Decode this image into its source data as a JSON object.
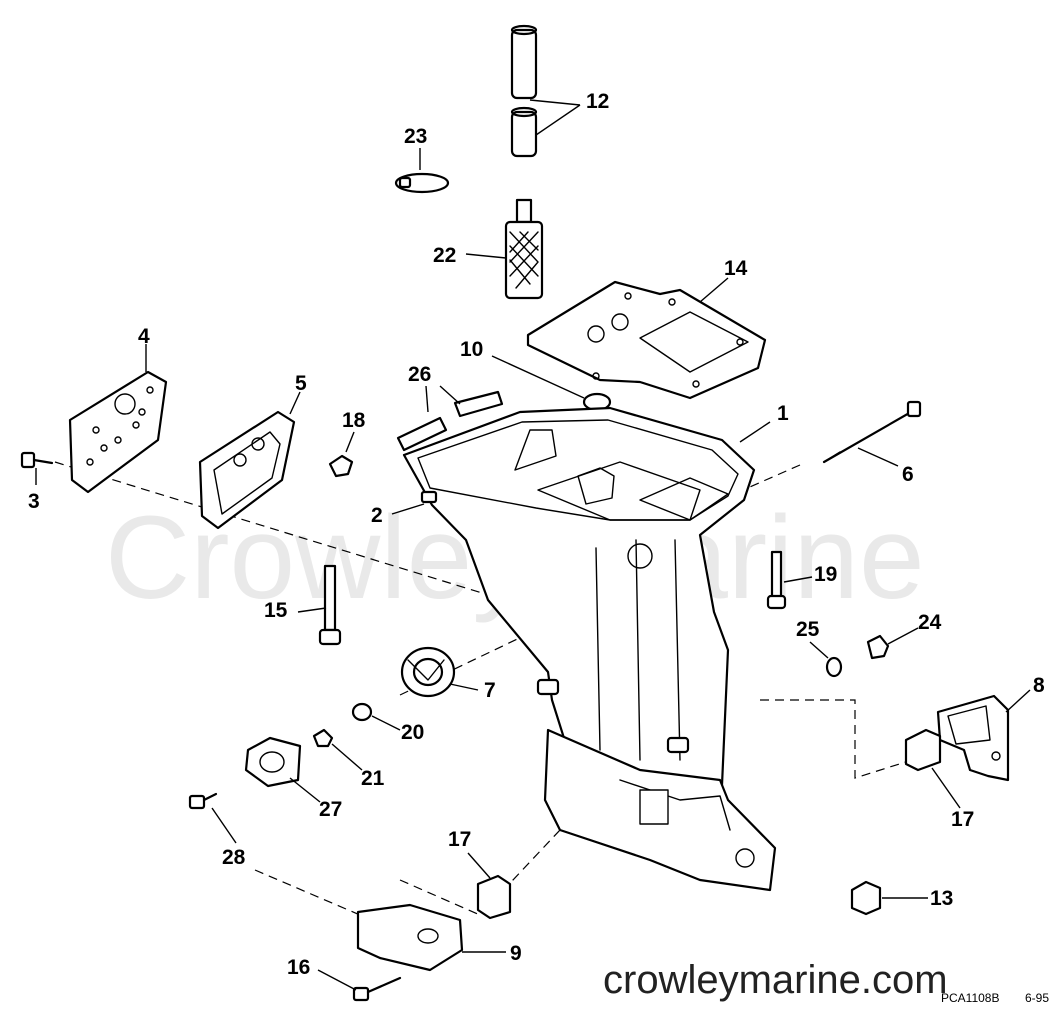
{
  "watermark": "Crowley Marine",
  "site_label": "crowleymarine.com",
  "drawing_code": "PCA1108B",
  "drawing_date": "6-95",
  "callouts": {
    "c1": "1",
    "c2": "2",
    "c3": "3",
    "c4": "4",
    "c5": "5",
    "c6": "6",
    "c7": "7",
    "c8": "8",
    "c9": "9",
    "c10": "10",
    "c12": "12",
    "c13": "13",
    "c14": "14",
    "c15": "15",
    "c16": "16",
    "c17a": "17",
    "c17b": "17",
    "c18": "18",
    "c19": "19",
    "c20": "20",
    "c21": "21",
    "c22": "22",
    "c23": "23",
    "c24": "24",
    "c25": "25",
    "c26": "26",
    "c27": "27",
    "c28": "28"
  }
}
